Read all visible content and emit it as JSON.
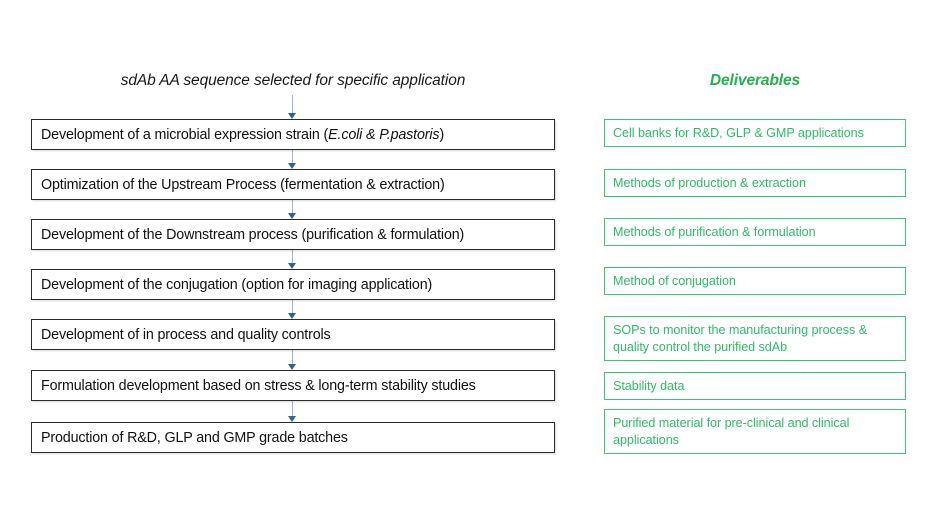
{
  "headers": {
    "process": "sdAb AA sequence selected for specific application",
    "deliverables": "Deliverables"
  },
  "colors": {
    "process_border": "#2b2b2b",
    "process_text": "#111111",
    "deliverable_border": "#3cc477",
    "deliverable_text": "#2bbd66",
    "arrow_shaft": "#9db9d6",
    "arrow_head": "#2f6396",
    "background": "#ffffff"
  },
  "process_steps": [
    {
      "id": "strain-development",
      "text_prefix": "Development of a microbial expression strain (",
      "text_italic": "E.coli  & P.pastoris",
      "text_suffix": ")",
      "full_text": "Development of a microbial expression strain (E.coli  & P.pastoris)"
    },
    {
      "id": "upstream-process",
      "text_prefix": "Optimization of the Upstream Process (fermentation & extraction)",
      "text_italic": "",
      "text_suffix": "",
      "full_text": "Optimization of the Upstream Process (fermentation & extraction)"
    },
    {
      "id": "downstream-process",
      "text_prefix": "Development of the Downstream process (purification & formulation)",
      "text_italic": "",
      "text_suffix": "",
      "full_text": "Development of the Downstream process (purification & formulation)"
    },
    {
      "id": "conjugation",
      "text_prefix": "Development of the conjugation (option for imaging application)",
      "text_italic": "",
      "text_suffix": "",
      "full_text": "Development of the conjugation (option for imaging application)"
    },
    {
      "id": "quality-controls",
      "text_prefix": "Development of in process and quality controls",
      "text_italic": "",
      "text_suffix": "",
      "full_text": "Development of in process and quality controls"
    },
    {
      "id": "formulation-development",
      "text_prefix": "Formulation development based on stress & long-term stability studies",
      "text_italic": "",
      "text_suffix": "",
      "full_text": "Formulation development based on stress & long-term stability studies"
    },
    {
      "id": "production-batches",
      "text_prefix": "Production of R&D, GLP and GMP grade batches",
      "text_italic": "",
      "text_suffix": "",
      "full_text": "Production of R&D, GLP and GMP grade batches"
    }
  ],
  "deliverables": [
    {
      "id": "cell-banks",
      "text": "Cell banks for R&D, GLP & GMP applications",
      "lines": 1
    },
    {
      "id": "production-extraction-methods",
      "text": "Methods of production & extraction",
      "lines": 1
    },
    {
      "id": "purification-formulation-methods",
      "text": "Methods of purification & formulation",
      "lines": 1
    },
    {
      "id": "conjugation-method",
      "text": "Method of conjugation",
      "lines": 1
    },
    {
      "id": "sops",
      "text": "SOPs to monitor the manufacturing process & quality control the purified sdAb",
      "lines": 2
    },
    {
      "id": "stability-data",
      "text": "Stability data",
      "lines": 1
    },
    {
      "id": "purified-material",
      "text": "Purified material for pre-clinical and clinical applications",
      "lines": 2
    }
  ]
}
